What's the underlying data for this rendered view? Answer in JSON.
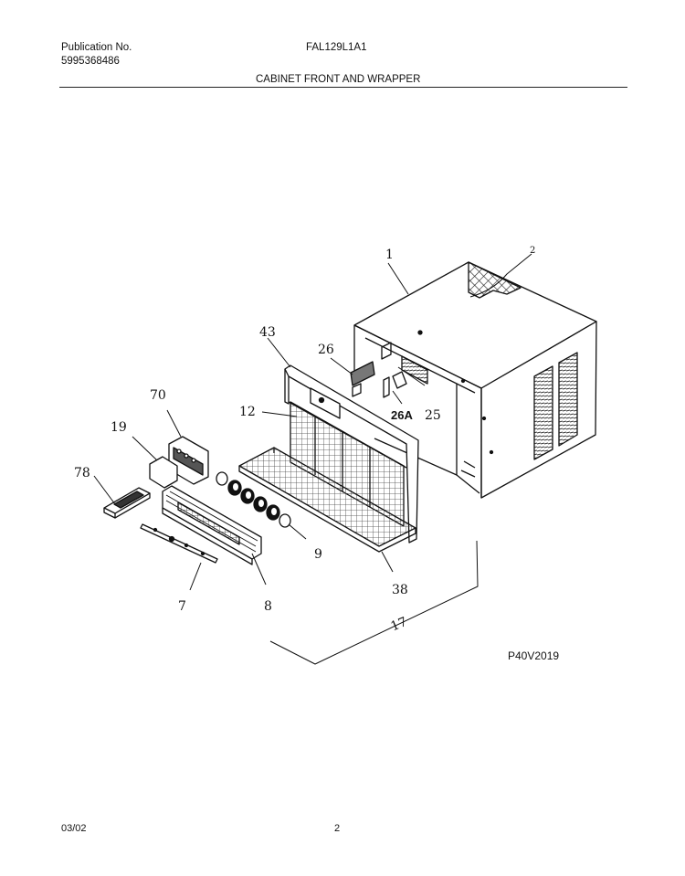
{
  "header": {
    "publication_label": "Publication No.",
    "publication_number": "5995368486",
    "model": "FAL129L1A1",
    "section_title": "CABINET FRONT AND WRAPPER"
  },
  "diagram": {
    "reference_code": "P40V2019",
    "callouts": [
      "1",
      "2",
      "43",
      "26",
      "12",
      "26A",
      "25",
      "70",
      "19",
      "78",
      "9",
      "38",
      "7",
      "8",
      "17"
    ]
  },
  "footer": {
    "date": "03/02",
    "page": "2"
  }
}
